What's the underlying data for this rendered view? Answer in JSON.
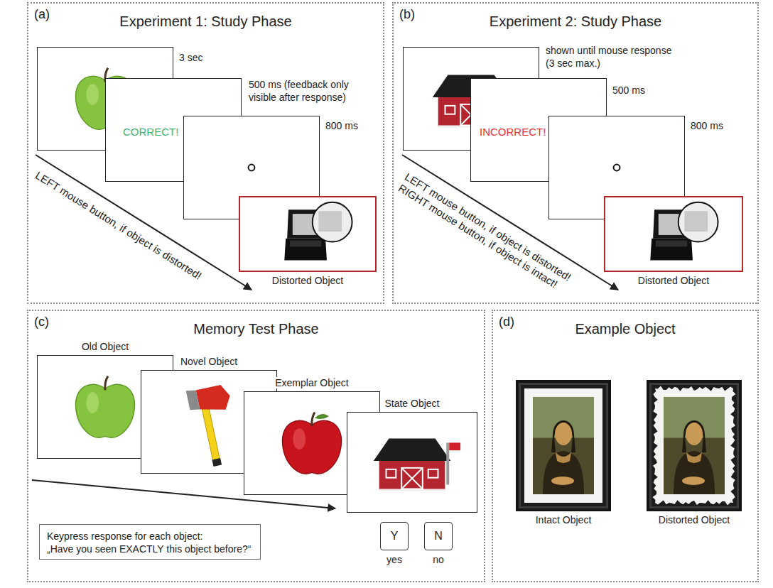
{
  "diagram": {
    "nodes": [
      {
        "text": [
          "(a)",
          "Experiment 1: Study Phase"
        ]
      },
      {
        "text": [
          "CORRECT!"
        ],
        "in": 0
      },
      {
        "text": [
          "Distorted Object"
        ],
        "in": 0
      },
      {
        "text": [
          "(b)",
          "Experiment 2: Study Phase"
        ]
      },
      {
        "text": [
          "INCORRECT!"
        ],
        "in": 3
      },
      {
        "text": [
          "Distorted Object"
        ],
        "in": 3
      },
      {
        "text": [
          "(c)",
          "Memory Test Phase"
        ]
      },
      {
        "text": [
          "Old Object"
        ],
        "in": 6
      },
      {
        "text": [
          "Novel Object"
        ],
        "in": 6
      },
      {
        "text": [
          "Exemplar Object"
        ],
        "in": 6
      },
      {
        "text": [
          "State Object"
        ],
        "in": 6
      },
      {
        "text": [
          "Keypress response for each object:",
          "„Have you seen EXACTLY this object before?“"
        ],
        "in": 6
      },
      {
        "text": [
          "Y",
          "yes"
        ],
        "in": 6
      },
      {
        "text": [
          "N",
          "no"
        ],
        "in": 6
      },
      {
        "text": [
          "(d)",
          "Example Object"
        ]
      },
      {
        "text": [
          "Intact Object"
        ],
        "in": 14
      },
      {
        "text": [
          "Distorted Object"
        ],
        "in": 14
      }
    ],
    "labels": [
      "3 sec",
      "500 ms (feedback only visible after response)",
      "800 ms",
      "LEFT mouse button, if object is distorted!",
      "shown until mouse response (3 sec max.)",
      "500 ms",
      "800 ms",
      "LEFT mouse button, if object is distorted!",
      "RIGHT mouse button, if object is intact!"
    ]
  }
}
